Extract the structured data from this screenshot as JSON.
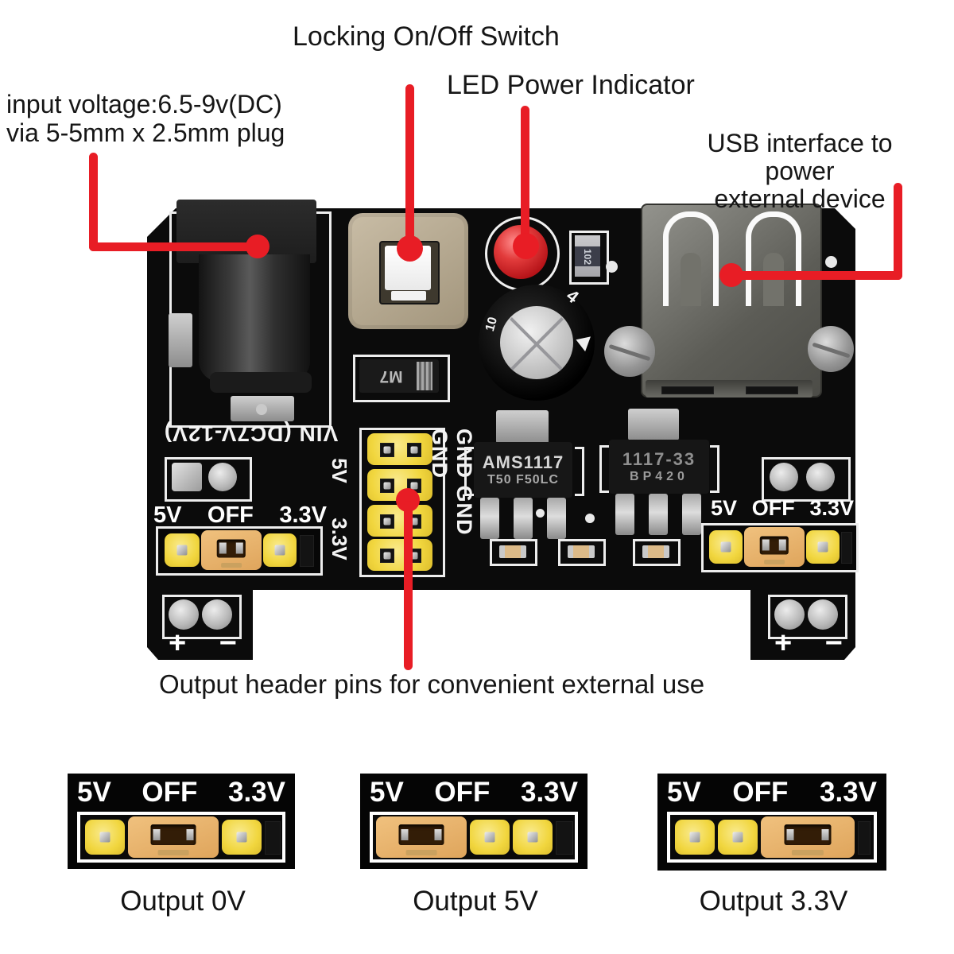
{
  "annotations": {
    "locking_switch": "Locking On/Off Switch",
    "led_indicator": "LED Power Indicator",
    "input_voltage": [
      "input voltage:6.5-9v(DC)",
      "via 5-5mm x 2.5mm plug"
    ],
    "usb_interface": [
      "USB interface to power",
      "external device"
    ],
    "output_header": "Output header pins for convenient external use"
  },
  "board": {
    "vin_label": "VIN (DC7V-12V)",
    "gnd_label": "GND GND GND",
    "rail_5v": "5V",
    "rail_33v": "3.3V",
    "regulator1": {
      "line1": "AMS1117",
      "line2": "T50 F50LC"
    },
    "regulator2": {
      "line1": "1117-33",
      "line2": "BP420"
    },
    "diode_label": "M7",
    "resistor_label": "102",
    "cap_marks": [
      "10",
      "4"
    ],
    "polarity": {
      "plus": "+",
      "minus": "−"
    }
  },
  "jumper_label": {
    "v5": "5V",
    "off": "OFF",
    "v33": "3.3V"
  },
  "outputs": [
    {
      "caption": "Output 0V",
      "jumper_position": "off"
    },
    {
      "caption": "Output 5V",
      "jumper_position": "5v"
    },
    {
      "caption": "Output 3.3V",
      "jumper_position": "3.3v"
    }
  ],
  "colors": {
    "callout_red": "#e81d25",
    "board_black": "#0b0b0b",
    "pin_yellow": "#f2d83d",
    "jumper_cap_tan": "#e7b069",
    "led_red": "#d61f26",
    "switch_beige": "#b3a78e"
  }
}
